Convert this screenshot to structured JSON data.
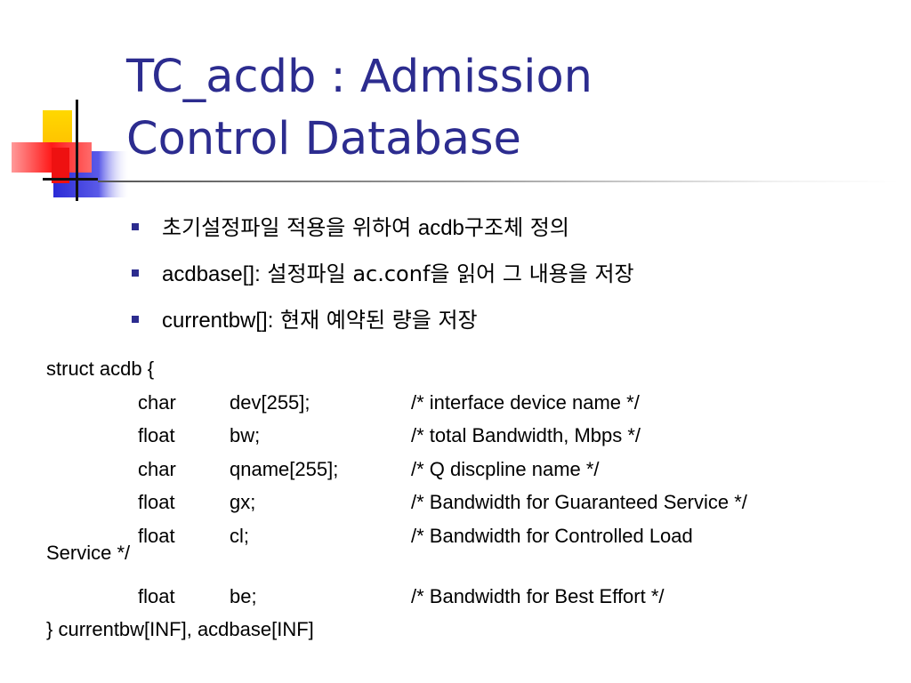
{
  "slide": {
    "title_line1": "TC_acdb : Admission",
    "title_line2": "Control Database",
    "bullets": [
      {
        "pre": "초기설정파일 적용을 위하여 ",
        "mid": "acdb",
        "post": "구조체 정의"
      },
      {
        "pre": "",
        "mid": "acdbase[]:",
        "post": " 설정파일 ac.conf을 읽어 그 내용을 저장"
      },
      {
        "pre": "",
        "mid": "currentbw[]:",
        "post": " 현재 예약된 량을 저장"
      }
    ]
  },
  "code": {
    "open": "struct acdb {",
    "fields": [
      {
        "type": "char",
        "name": "dev[255];",
        "comment": "/* interface device name */"
      },
      {
        "type": "float",
        "name": "bw;",
        "comment": "/* total Bandwidth, Mbps */"
      },
      {
        "type": "char",
        "name": "qname[255];",
        "comment": "/* Q discpline name */"
      },
      {
        "type": "float",
        "name": "gx;",
        "comment": "/* Bandwidth for Guaranteed Service */"
      },
      {
        "type": "float",
        "name": "cl;",
        "comment": "/* Bandwidth for Controlled Load",
        "wrap": "Service */"
      },
      {
        "type": "float",
        "name": "be;",
        "comment": "/* Bandwidth for Best Effort */"
      }
    ],
    "close": "} currentbw[INF], acdbase[INF]"
  }
}
